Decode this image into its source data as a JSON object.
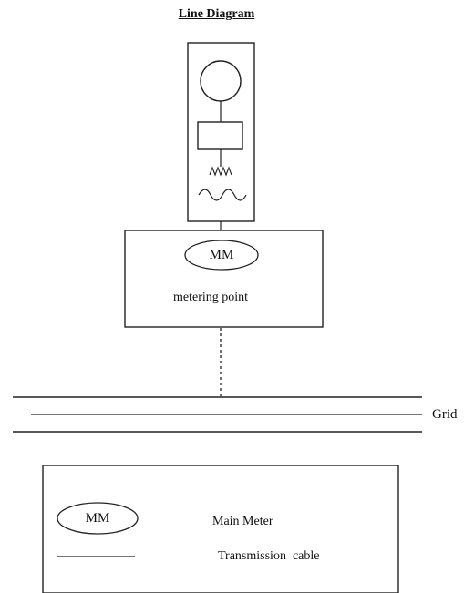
{
  "title": "Line Diagram",
  "metering_box": {
    "meter_label": "MM",
    "caption": "metering point"
  },
  "grid_label": "Grid",
  "legend": {
    "items": [
      {
        "symbol": "MM",
        "label": "Main Meter"
      },
      {
        "symbol": "",
        "label": "Transmission  cable"
      }
    ]
  }
}
